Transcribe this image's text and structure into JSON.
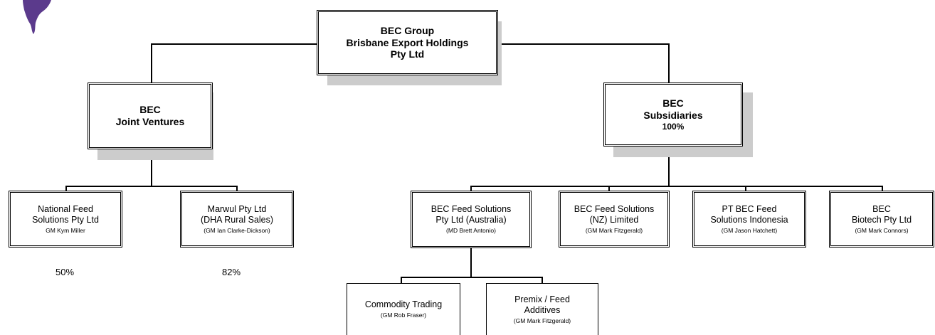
{
  "top": {
    "line1": "BEC Group",
    "line2": "Brisbane Export Holdings",
    "line3": "Pty Ltd"
  },
  "joint_ventures": {
    "line1": "BEC",
    "line2": "Joint Ventures"
  },
  "subsidiaries": {
    "line1": "BEC",
    "line2": "Subsidiaries",
    "line3": "100%"
  },
  "national_feed": {
    "line1": "National Feed",
    "line2": "Solutions Pty Ltd",
    "gm": "GM Kym Miller",
    "percent": "50%"
  },
  "marwul": {
    "line1": "Marwul Pty Ltd",
    "line2": "(DHA Rural Sales)",
    "gm": "(GM Ian Clarke-Dickson)",
    "percent": "82%"
  },
  "bec_feed_au": {
    "line1": "BEC Feed Solutions",
    "line2": "Pty Ltd (Australia)",
    "gm": "(MD Brett Antonio)"
  },
  "bec_feed_nz": {
    "line1": "BEC Feed Solutions",
    "line2": "(NZ) Limited",
    "gm": "(GM Mark Fitzgerald)"
  },
  "pt_bec": {
    "line1": "PT BEC Feed",
    "line2": "Solutions Indonesia",
    "gm": "(GM Jason Hatchett)"
  },
  "bec_biotech": {
    "line1": "BEC",
    "line2": "Biotech Pty Ltd",
    "gm": "(GM Mark Connors)"
  },
  "commodity": {
    "line1": "Commodity Trading",
    "gm": "(GM Rob Fraser)"
  },
  "premix": {
    "line1": "Premix / Feed",
    "line2": "Additives",
    "gm": "(GM Mark Fitzgerald)"
  },
  "colors": {
    "shadow": "#cccccc",
    "logo": "#5b3a8c"
  }
}
